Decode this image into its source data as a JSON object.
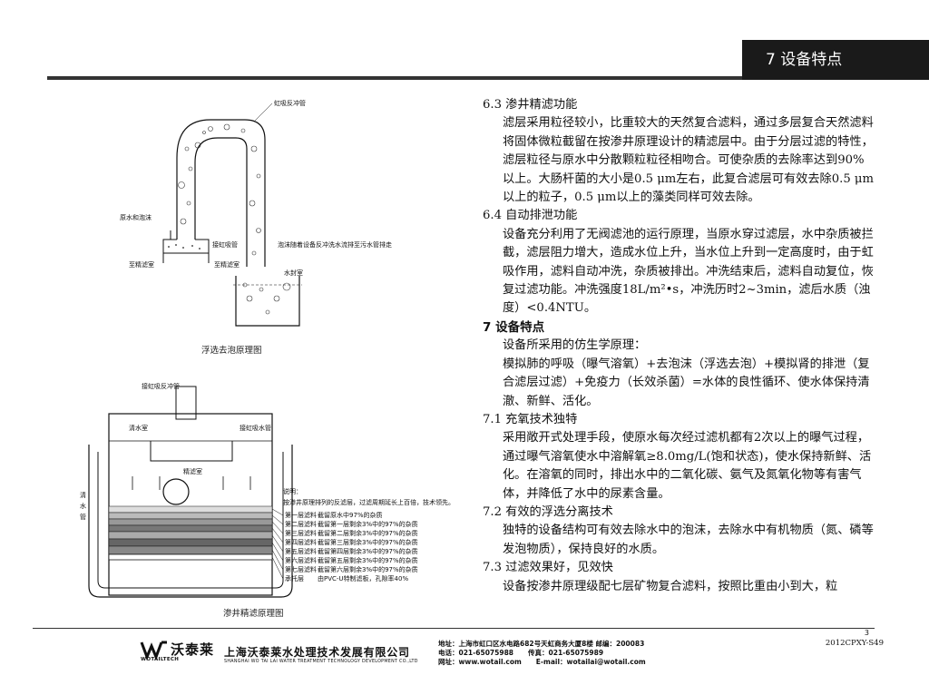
{
  "header": {
    "section_tab": "7  设备特点"
  },
  "figure1": {
    "caption": "浮选去泡原理图",
    "labels": {
      "siphon": "虹吸反冲管",
      "raw_foam": "原水和泡沫",
      "to_filter_room": "至精滤室",
      "siphon_connect": "接虹吸管",
      "to_filter_room2": "至精滤室",
      "note": "泡沫随着设备反冲洗水流排至污水管排走",
      "seal_tank": "水封室"
    }
  },
  "figure2": {
    "caption": "渗井精滤原理图",
    "labels": {
      "siphon_connect": "接虹吸反冲管",
      "clear_room": "清水室",
      "siphon_pipe": "接虹吸水管",
      "fine_filter": "精滤室",
      "clear_pipe": [
        "清",
        "水",
        "管"
      ],
      "note_title": "说明：",
      "note_body": "按渗井原理排列的反滤层，过滤周期延长上百倍，技术领先。",
      "layers": [
        {
          "name": "第一层滤料",
          "desc": "截留原水中97%的杂质"
        },
        {
          "name": "第二层滤料",
          "desc": "截留第一层剩余3%中的97%的杂质"
        },
        {
          "name": "第三层滤料",
          "desc": "截留第二层剩余3%中的97%的杂质"
        },
        {
          "name": "第四层滤料",
          "desc": "截留第三层剩余3%中的97%的杂质"
        },
        {
          "name": "第五层滤料",
          "desc": "截留第四层剩余3%中的97%的杂质"
        },
        {
          "name": "第六层滤料",
          "desc": "截留第五层剩余3%中的97%的杂质"
        },
        {
          "name": "第七层滤料",
          "desc": "截留第六层剩余3%中的97%的杂质"
        },
        {
          "name": "承托层",
          "desc": "由PVC-U特制滤板，孔隙率40%"
        }
      ]
    }
  },
  "content": {
    "s63_title": "6.3  渗井精滤功能",
    "s63_body": "滤层采用粒径较小，比重较大的天然复合滤料，通过多层复合天然滤料将固体微粒截留在按渗井原理设计的精滤层中。由于分层过滤的特性，滤层粒径与原水中分散颗粒粒径相吻合。可使杂质的去除率达到90%以上。大肠杆菌的大小是0.5 μm左右，此复合滤层可有效去除0.5 μm以上的粒子，0.5 μm以上的藻类同样可效去除。",
    "s64_title": "6.4  自动排泄功能",
    "s64_body": "设备充分利用了无阀滤池的运行原理，当原水穿过滤层，水中杂质被拦截，滤层阻力增大，造成水位上升，当水位上升到一定高度时，由于虹吸作用，滤料自动冲洗，杂质被排出。冲洗结束后，滤料自动复位，恢复过滤功能。冲洗强度18L/m²•s，冲洗历时2~3min，滤后水质（浊度）<0.4NTU。",
    "s7_title": "7  设备特点",
    "s7_intro": "设备所采用的仿生学原理：",
    "s7_body": "模拟肺的呼吸（曝气溶氧）+去泡沫（浮选去泡）+模拟肾的排泄（复合滤层过滤）+免疫力（长效杀菌）=水体的良性循环、使水体保持清澈、新鲜、活化。",
    "s71_title": "7.1  充氧技术独特",
    "s71_body": "采用敞开式处理手段，使原水每次经过滤机都有2次以上的曝气过程，通过曝气溶氧使水中溶解氧≥8.0mg/L(饱和状态)，使水保持新鲜、活化。在溶氧的同时，排出水中的二氧化碳、氨气及氮氧化物等有害气体，并降低了水中的尿素含量。",
    "s72_title": "7.2  有效的浮选分离技术",
    "s72_body": "独特的设备结构可有效去除水中的泡沫，去除水中有机物质（氮、磷等发泡物质），保持良好的水质。",
    "s73_title": "7.3  过滤效果好，见效快",
    "s73_body": "设备按渗井原理级配七层矿物复合滤料，按照比重由小到大，粒"
  },
  "footer": {
    "page_number": "3",
    "logo_cn": "沃泰莱",
    "logo_en": "WOTAILTECH",
    "company_cn": "上海沃泰莱水处理技术发展有限公司",
    "company_en": "SHANGHAI WO TAI LAI WATER TREATMENT TECHNOLOGY DEVELOPMENT CO.,LTD",
    "address": "地址：上海市虹口区水电路682号天虹商务大厦8楼    邮编：200083",
    "phone": "电话：021-65075988",
    "fax": "传真：021-65075989",
    "web": "网址：www.wotail.com",
    "email": "E-mail：wotailai@wotail.com",
    "doc_code": "2012CPXY-S49"
  }
}
